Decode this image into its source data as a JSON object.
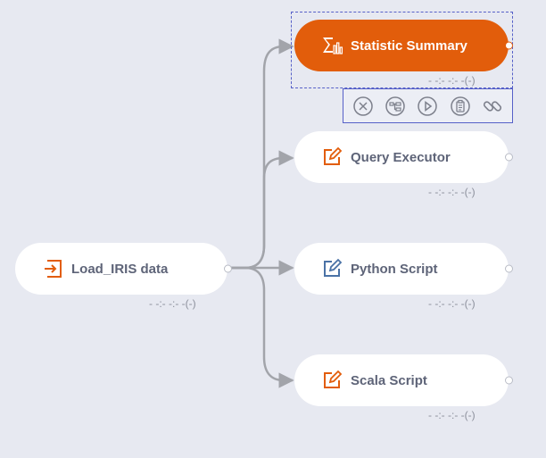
{
  "source_node": {
    "label": "Load_IRIS data",
    "status": "- -:- -:- -(-)",
    "icon": "import-arrow-icon"
  },
  "target_nodes": [
    {
      "label": "Statistic Summary",
      "status": "- -:- -:- -(-)",
      "icon": "sigma-chart-icon",
      "selected": true
    },
    {
      "label": "Query Executor",
      "status": "- -:- -:- -(-)",
      "icon": "edit-icon",
      "selected": false
    },
    {
      "label": "Python Script",
      "status": "- -:- -:- -(-)",
      "icon": "edit-icon",
      "selected": false
    },
    {
      "label": "Scala Script",
      "status": "- -:- -:- -(-)",
      "icon": "edit-icon",
      "selected": false
    }
  ],
  "toolbar": {
    "tools": [
      "delete-icon",
      "subflow-icon",
      "run-icon",
      "clipboard-icon",
      "link-icon"
    ]
  },
  "colors": {
    "accent": "#e25d0b",
    "edge": "#a2a4aa",
    "selection": "#5660c8",
    "background": "#e7e9f1",
    "edit_icon_blue": "#4a72a6"
  }
}
